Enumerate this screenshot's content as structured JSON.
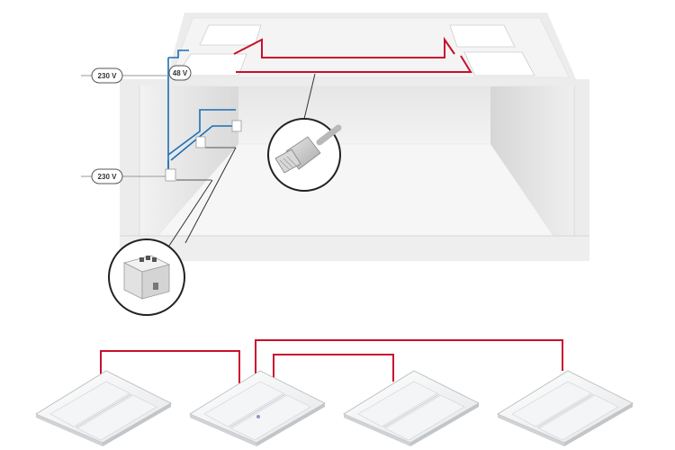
{
  "labels": {
    "voltage_main": "230 V",
    "voltage_lower": "230 V",
    "voltage_low": "48 V"
  },
  "colors": {
    "data_cable": "#c8102e",
    "power_cable": "#1b6fb5",
    "room_wall": "#e9e9e9",
    "room_floor": "#f3f3f3",
    "panel": "#fbfbfb"
  },
  "icons": {
    "connector": "rj45-plug-icon",
    "module": "power-supply-module-icon"
  },
  "luminaires": [
    {
      "name": "luminaire-1"
    },
    {
      "name": "luminaire-2"
    },
    {
      "name": "luminaire-3"
    },
    {
      "name": "luminaire-4"
    }
  ]
}
